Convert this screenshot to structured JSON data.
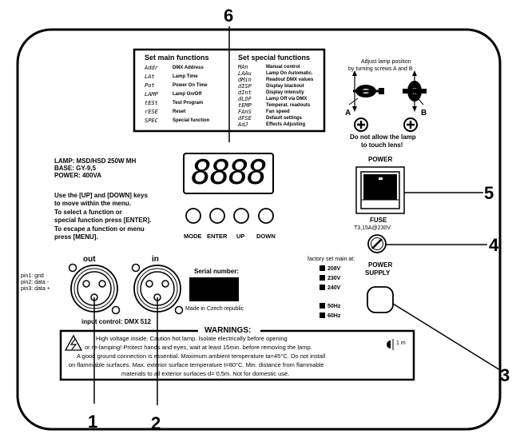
{
  "callouts": [
    "6",
    "5",
    "4",
    "3",
    "1",
    "2"
  ],
  "main_functions": {
    "header": "Set main functions",
    "items": [
      {
        "code": "Addr",
        "label": "DMX Address"
      },
      {
        "code": "LAt",
        "label": "Lamp Time"
      },
      {
        "code": "Pot",
        "label": "Power On Time"
      },
      {
        "code": "LAMP",
        "label": "Lamp On/Off"
      },
      {
        "code": "tESt",
        "label": "Test Program"
      },
      {
        "code": "rESE",
        "label": "Reset"
      },
      {
        "code": "SPEC",
        "label": "Special function"
      }
    ]
  },
  "special_functions": {
    "header": "Set special functions",
    "items": [
      {
        "code": "MAn",
        "label": "Manual control"
      },
      {
        "code": "LAAu",
        "label": "Lamp On Automatic."
      },
      {
        "code": "dMin",
        "label": "Readout DMX values"
      },
      {
        "code": "dISP",
        "label": "Display blackout"
      },
      {
        "code": "dInt",
        "label": "Display intensity"
      },
      {
        "code": "dLOF",
        "label": "Lamp Off via DMX"
      },
      {
        "code": "tEMP",
        "label": "Temperat. readouts"
      },
      {
        "code": "FAnS",
        "label": "Fan speed"
      },
      {
        "code": "dFSE",
        "label": "Default settings"
      },
      {
        "code": "AdJ",
        "label": "Effects Adjusting"
      }
    ]
  },
  "lamp_adjust": {
    "text_line1": "Adjust lamp position",
    "text_line2": "by turning screws  A  and  B",
    "label_a": "A",
    "label_b": "B",
    "warning_line1": "Do not allow the lamp",
    "warning_line2": "to touch lens!"
  },
  "specs": {
    "lamp": "LAMP:   MSD/HSD 250W  MH",
    "base": "BASE:    GY-9,5",
    "power": "POWER:  400VA"
  },
  "display": {
    "value": "8888"
  },
  "instructions": [
    "Use the [UP] and [DOWN] keys",
    "to move within the menu.",
    "To select a function or",
    "special function press [ENTER].",
    "To escape a function or menu",
    "press [MENU]."
  ],
  "buttons": [
    "MODE",
    "ENTER",
    "UP",
    "DOWN"
  ],
  "power_switch": {
    "label": "POWER"
  },
  "fuse": {
    "label": "FUSE",
    "rating": "T3,15A@230V"
  },
  "power_supply": {
    "label_line1": "POWER",
    "label_line2": "SUPPLY"
  },
  "dmx": {
    "out_label": "out",
    "in_label": "in",
    "pins": [
      "pin1: gnd",
      "pin2: data -",
      "pin3: data +"
    ],
    "input_control": "input control: DMX 512"
  },
  "serial": {
    "label": "Serial number:",
    "made_in": "Made in Czech republic"
  },
  "factory": {
    "label": "factory set main at:",
    "voltages": [
      "208V",
      "230V",
      "240V"
    ],
    "frequencies": [
      "50Hz",
      "60Hz"
    ]
  },
  "warnings": {
    "title": "WARNINGS:",
    "lines": [
      "High voltage inside. Caution hot lamp. Isolate electrically before opening",
      "or re-lamping! Protect hands and eyes, wait at least 15min. before removing the lamp.",
      "A good ground connection is essential. Maximum ambient temperature ta=45°C. Do not install",
      "on flammable surfaces. Max. exterior surface temperature t=80°C. Min. distance from flammable",
      "materials to all exterior surfaces d= 0,5m. Not for domestic use."
    ],
    "side_mark": "1 m"
  }
}
